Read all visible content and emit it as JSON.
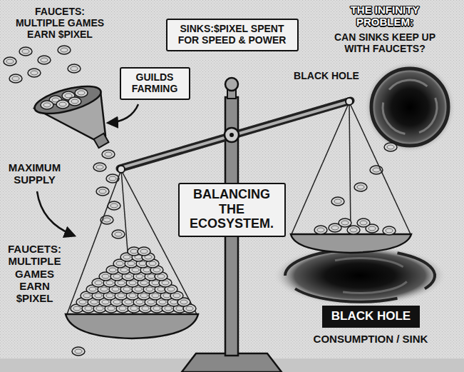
{
  "diagram": {
    "nodes": [
      {
        "text": [
          "SINKS:$PIXEL SPENT FOR SPEED & POWER"
        ]
      },
      {
        "text": [
          "GUILDS FARMING"
        ]
      },
      {
        "text": [
          "BALANCING THE ECOSYSTEM."
        ]
      },
      {
        "text": [
          "BLACK HOLE"
        ]
      }
    ],
    "labels": [
      "FAUCETS: MULTIPLE GAMES EARN $PIXEL",
      "THE INFINITY PROBLEM:",
      "CAN SINKS KEEP UP WITH FAUCETS?",
      "BLACK HOLE",
      "MAXIMUM SUPPLY",
      "FAUCETS: MULTIPLE GAMES EARN $PIXEL",
      "CONSUMPTION / SINK"
    ]
  }
}
